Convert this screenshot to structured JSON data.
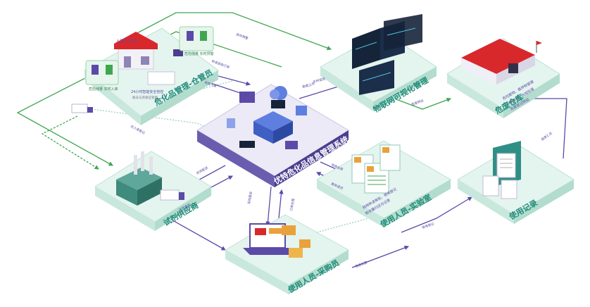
{
  "colors": {
    "green_line": "#3fa650",
    "purple_line": "#5b4aa8",
    "tile_top": "#e4f4ee",
    "tile_side": "#c9e8dd",
    "tile_text": "#1f8a7a",
    "center_top": "#eceaf6",
    "center_side": "#4b3d8f",
    "screen": "#16243a",
    "roof_red": "#d8282c"
  },
  "center": {
    "title": "优特危化品信息管理系统",
    "icon": "cloud-server-icon"
  },
  "nodes": [
    {
      "key": "warehouse",
      "label": "危化品管理-仓管员",
      "notes": [
        "人员出入登记",
        "危险储量 实时预警",
        "危险储量 实时入库",
        "24小时智能安全管控",
        "账号与资格证管理"
      ],
      "icon": "warehouse-icon"
    },
    {
      "key": "iot",
      "label": "物联网可视化管理",
      "notes": [],
      "icon": "monitor-wall-icon"
    },
    {
      "key": "storage",
      "label": "危废仓库",
      "notes": [
        "危险废物、废弃物管理",
        "定期清理、合规处理",
        "危废登记转运"
      ],
      "icon": "red-roof-building-icon"
    },
    {
      "key": "supplier",
      "label": "试剂供应商",
      "notes": [],
      "icon": "factory-icon"
    },
    {
      "key": "lab",
      "label": "使用人员-实验室",
      "notes": [
        "领用申请审批、使用登记",
        "剩余量归还与记录"
      ],
      "icon": "document-stack-icon"
    },
    {
      "key": "record",
      "label": "使用记录",
      "notes": [],
      "icon": "paper-records-icon"
    },
    {
      "key": "purchase",
      "label": "使用人员-采购员",
      "notes": [],
      "icon": "laptop-boxes-icon"
    }
  ],
  "edges": [
    "申请采购订单",
    "采购入库",
    "库存预警",
    "领用出库",
    "剩余退还",
    "数据上传",
    "实时监控",
    "危废转运",
    "使用登记",
    "采购需求",
    "供货配送",
    "报表汇总",
    "资质审核",
    "出入库登记",
    "订单处理",
    "危废处置"
  ]
}
